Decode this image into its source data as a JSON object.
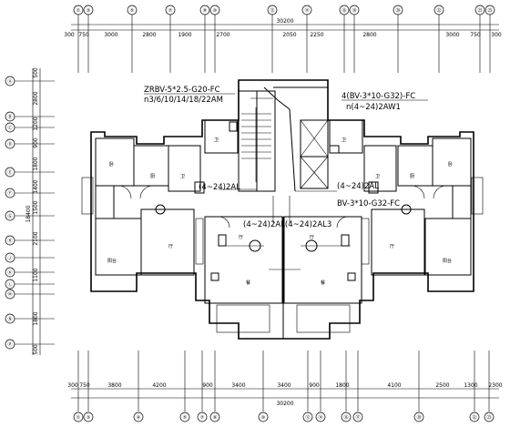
{
  "dimensions": {
    "total_top": "30200",
    "total_bottom": "30200",
    "top": [
      "300",
      "750",
      "3000",
      "2800",
      "1900",
      "2700",
      "2050",
      "2250",
      "2800",
      "3000",
      "750",
      "300"
    ],
    "bottom": [
      "300",
      "750",
      "3800",
      "4200",
      "900",
      "3400",
      "3400",
      "900",
      "1800",
      "4100",
      "2500",
      "1300",
      "2300"
    ],
    "left": [
      "500",
      "2800",
      "1200",
      "900",
      "1800",
      "1400",
      "1500",
      "2100",
      "1100",
      "1800",
      "500"
    ],
    "left_total": "18400"
  },
  "grid_bubbles": {
    "top": [
      "①",
      "③",
      "⑤",
      "⑦",
      "⑧",
      "⑩",
      "⑫",
      "⑭",
      "⑯",
      "⑱",
      "⑳",
      "㉒",
      "㉓",
      "㉕"
    ],
    "bottom": [
      "①",
      "③",
      "④",
      "⑤",
      "⑦",
      "⑧",
      "⑩",
      "⑫",
      "⑭",
      "⑯",
      "⑰",
      "⑳",
      "㉒",
      "㉓"
    ],
    "left": [
      "Ⓐ",
      "Ⓑ",
      "Ⓒ",
      "Ⓓ",
      "Ⓔ",
      "Ⓕ",
      "Ⓖ",
      "Ⓗ",
      "Ⓙ",
      "Ⓚ",
      "Ⓛ",
      "Ⓜ",
      "Ⓝ",
      "Ⓟ"
    ]
  },
  "annotations": {
    "cable_1": "ZRBV-5*2.5-G20-FC",
    "cable_1_sub": "n3/6/10/14/18/22AM",
    "cable_2": "4(BV-3*10-G32)-FC",
    "cable_2_sub": "n(4~24)2AW1",
    "panel_left": "(4~24)2AL",
    "panel_right": "(4~24)2AL",
    "panel_center": "(4~24)2AL(4~24)2AL3",
    "cable_3": "BV-3*10-G32-FC"
  },
  "rooms": {
    "bedroom": "卧",
    "kitchen": "厨",
    "bath": "卫",
    "living": "厅",
    "balcony": "阳台",
    "dining": "餐"
  },
  "colors": {
    "line": "#000000",
    "background": "#ffffff"
  }
}
